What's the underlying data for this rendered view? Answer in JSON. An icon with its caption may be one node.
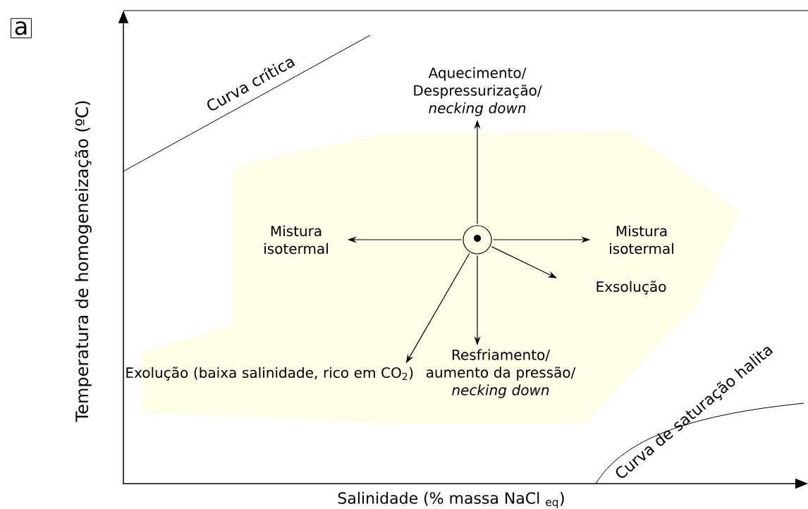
{
  "diagram": {
    "nodes": [
      {
        "text": [],
        "shape": "circle"
      },
      {
        "text": [
          "Aquecimento/ Despressurização/ *necking down*"
        ]
      },
      {
        "text": [
          "Mistura isotermal"
        ]
      },
      {
        "text": [
          "Mistura isotermal"
        ]
      },
      {
        "text": [
          "Exsolução"
        ]
      },
      {
        "text": [
          "Resfriamento/ aumento da pressão/ *necking down*"
        ]
      },
      {
        "text": [
          "Exolução (baixa salinidade, rico em CO$_{2}$)"
        ]
      }
    ],
    "edges": [
      {
        "from": 0,
        "to": 1,
        "arrow": "to"
      },
      {
        "from": 0,
        "to": 2,
        "arrow": "to"
      },
      {
        "from": 0,
        "to": 3,
        "arrow": "to"
      },
      {
        "from": 0,
        "to": 4,
        "arrow": "to"
      },
      {
        "from": 0,
        "to": 5,
        "arrow": "to"
      },
      {
        "from": 0,
        "to": 6,
        "arrow": "to"
      }
    ],
    "labels": [
      "a",
      "Curva crítica",
      "Temperatura de homogeneização (ºC)",
      "Curva de saturação halita",
      "Salinidade (% massa NaCl $_{eq}$)"
    ]
  }
}
